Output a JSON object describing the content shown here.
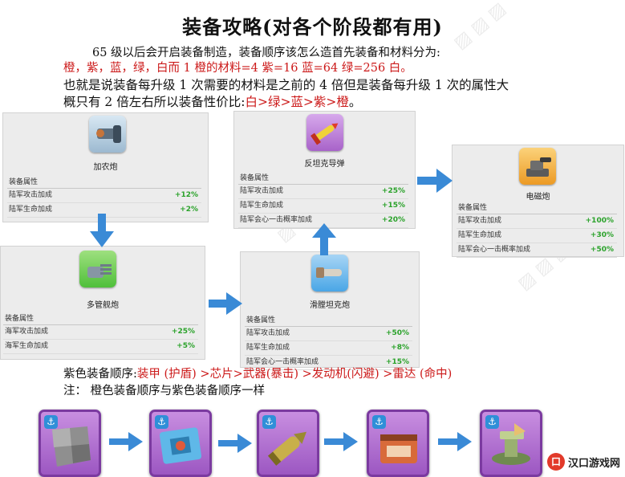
{
  "title": "装备攻略(对各个阶段都有用)",
  "intro": {
    "line1": "65 级以后会开启装备制造，装备顺序该怎么造首先装备和材料分为:",
    "line2": "橙，紫，蓝，绿，白而 1 橙的材料=4 紫=16 蓝=64 绿=256 白。",
    "line3": "也就是说装备每升级 1 次需要的材料是之前的 4 倍但是装备每升级 1 次的属性大",
    "line4_prefix": "概只有 2 倍左右所以装备性价比:",
    "line4_highlight": "白>绿>蓝>紫>橙",
    "line4_suffix": "。"
  },
  "colors": {
    "green_rarity": "#4fbf3a",
    "blue_rarity": "#4aa6e6",
    "purple_rarity": "#a85cc9",
    "orange_rarity": "#f0a020",
    "arrow": "#3a8ad6",
    "stat_value": "#2aa22a"
  },
  "panels": {
    "jianong": {
      "name": "加农炮",
      "icon": "cannon-icon",
      "header": "装备属性",
      "stats": [
        {
          "label": "陆军攻击加成",
          "value": "+12%"
        },
        {
          "label": "陆军生命加成",
          "value": "+2%"
        }
      ]
    },
    "fantanke": {
      "name": "反坦克导弹",
      "icon": "missile-icon",
      "header": "装备属性",
      "stats": [
        {
          "label": "陆军攻击加成",
          "value": "+25%"
        },
        {
          "label": "陆军生命加成",
          "value": "+15%"
        },
        {
          "label": "陆军会心一击概率加成",
          "value": "+20%"
        }
      ]
    },
    "diancipao": {
      "name": "电磁炮",
      "icon": "railgun-icon",
      "header": "装备属性",
      "stats": [
        {
          "label": "陆军攻击加成",
          "value": "+100%"
        },
        {
          "label": "陆军生命加成",
          "value": "+30%"
        },
        {
          "label": "陆军会心一击概率加成",
          "value": "+50%"
        }
      ]
    },
    "duoguan": {
      "name": "多管舰炮",
      "icon": "multi-barrel-gun-icon",
      "header": "装备属性",
      "stats": [
        {
          "label": "海军攻击加成",
          "value": "+25%"
        },
        {
          "label": "海军生命加成",
          "value": "+5%"
        }
      ]
    },
    "huatang": {
      "name": "滑膛坦克炮",
      "icon": "tank-gun-icon",
      "header": "装备属性",
      "stats": [
        {
          "label": "陆军攻击加成",
          "value": "+50%"
        },
        {
          "label": "陆军生命加成",
          "value": "+8%"
        },
        {
          "label": "陆军会心一击概率加成",
          "value": "+15%"
        }
      ]
    }
  },
  "order": {
    "purple_prefix": "紫色装备顺序:",
    "purple_sequence": "装甲 (护盾) >芯片>武器(暴击) >发动机(闪避) >雷达 (命中)",
    "note": "注：  橙色装备顺序与紫色装备顺序一样"
  },
  "cards": [
    {
      "icon": "armor-icon",
      "badge": "⚓"
    },
    {
      "icon": "chip-icon",
      "badge": "⚓"
    },
    {
      "icon": "weapon-shell-icon",
      "badge": "⚓"
    },
    {
      "icon": "engine-icon",
      "badge": "⚓"
    },
    {
      "icon": "radar-icon",
      "badge": "⚓"
    }
  ],
  "logo": {
    "mark": "口",
    "text": "汉口游戏网"
  }
}
